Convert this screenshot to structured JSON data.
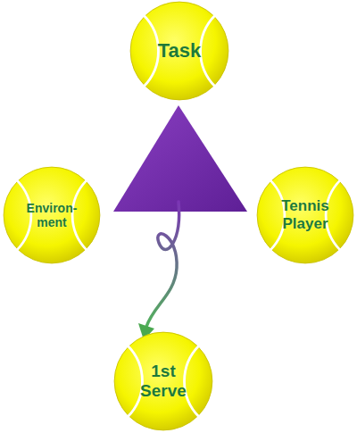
{
  "diagram": {
    "nodes": [
      {
        "text": [
          "Task"
        ]
      },
      {
        "text": [
          "Environ- ment"
        ]
      },
      {
        "text": [
          "Tennis Player"
        ]
      },
      {
        "text": [
          "1st Serve"
        ]
      }
    ]
  }
}
